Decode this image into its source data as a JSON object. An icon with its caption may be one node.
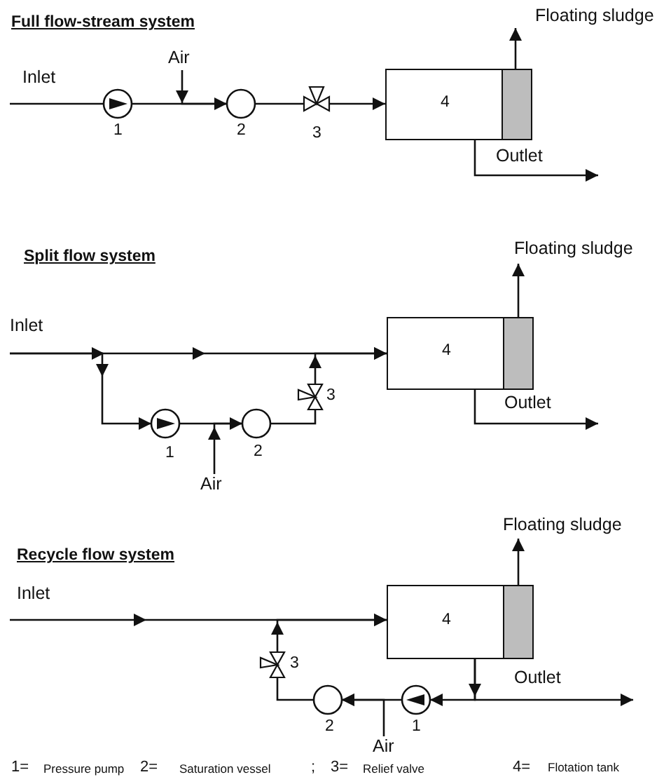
{
  "diagram": {
    "nodes": [
      {
        "text": [
          "Inlet"
        ]
      },
      {
        "text": [],
        "shape": "pump",
        "beside": [
          "1"
        ]
      },
      {
        "text": [
          "Air"
        ]
      },
      {
        "text": [],
        "shape": "circle",
        "beside": [
          "2"
        ]
      },
      {
        "text": [],
        "shape": "valve",
        "beside": [
          "3"
        ]
      },
      {
        "text": [
          "4"
        ]
      },
      {
        "text": [
          "Floating sludge"
        ]
      },
      {
        "text": [
          "Outlet"
        ]
      },
      {
        "text": [
          "Inlet"
        ]
      },
      {
        "text": [
          "4"
        ]
      },
      {
        "text": [
          "Floating sludge"
        ]
      },
      {
        "text": [],
        "shape": "valve",
        "beside": [
          "3"
        ]
      },
      {
        "text": [],
        "shape": "pump",
        "beside": [
          "1"
        ]
      },
      {
        "text": [],
        "shape": "circle",
        "beside": [
          "2"
        ]
      },
      {
        "text": [
          "Air"
        ]
      },
      {
        "text": [
          "Outlet"
        ]
      },
      {
        "text": [
          "Inlet"
        ]
      },
      {
        "text": [
          "4"
        ]
      },
      {
        "text": [
          "Floating sludge"
        ]
      },
      {
        "text": [],
        "shape": "valve",
        "beside": [
          "3"
        ]
      },
      {
        "text": [
          "Outlet"
        ]
      },
      {
        "text": [],
        "shape": "circle",
        "beside": [
          "2"
        ]
      },
      {
        "text": [],
        "shape": "pump",
        "beside": [
          "1"
        ]
      },
      {
        "text": [
          "Air"
        ]
      }
    ],
    "edges": [
      {
        "from": 0,
        "to": 1,
        "arrow": "none"
      },
      {
        "from": 1,
        "to": 3,
        "arrow": "none"
      },
      {
        "from": 2,
        "to": 3,
        "arrow": "to"
      },
      {
        "from": 3,
        "to": 4,
        "arrow": "none"
      },
      {
        "from": 4,
        "to": 5,
        "arrow": "to"
      },
      {
        "from": 5,
        "to": 6,
        "arrow": "to"
      },
      {
        "from": 5,
        "to": 7,
        "arrow": "to"
      },
      {
        "from": 8,
        "to": 9,
        "arrow": "to"
      },
      {
        "from": 8,
        "to": 12,
        "arrow": "to"
      },
      {
        "from": 12,
        "to": 13,
        "arrow": "none"
      },
      {
        "from": 14,
        "to": 13,
        "arrow": "to"
      },
      {
        "from": 13,
        "to": 11,
        "arrow": "none"
      },
      {
        "from": 11,
        "to": 9,
        "arrow": "to"
      },
      {
        "from": 9,
        "to": 10,
        "arrow": "to"
      },
      {
        "from": 9,
        "to": 15,
        "arrow": "to"
      },
      {
        "from": 16,
        "to": 17,
        "arrow": "to"
      },
      {
        "from": 17,
        "to": 20,
        "arrow": "to"
      },
      {
        "from": 17,
        "to": 22,
        "arrow": "to"
      },
      {
        "from": 22,
        "to": 21,
        "arrow": "to"
      },
      {
        "from": 23,
        "to": 21,
        "arrow": "to"
      },
      {
        "from": 21,
        "to": 19,
        "arrow": "none"
      },
      {
        "from": 19,
        "to": 17,
        "arrow": "to"
      },
      {
        "from": 17,
        "to": 18,
        "arrow": "to"
      }
    ],
    "labels": [
      "Full flow-stream system",
      "Split flow system",
      "Recycle flow system",
      "1=",
      "Pressure pump",
      "2=",
      "Saturation vessel",
      ";",
      "3=",
      "Relief valve",
      "4=",
      "Flotation tank"
    ]
  }
}
